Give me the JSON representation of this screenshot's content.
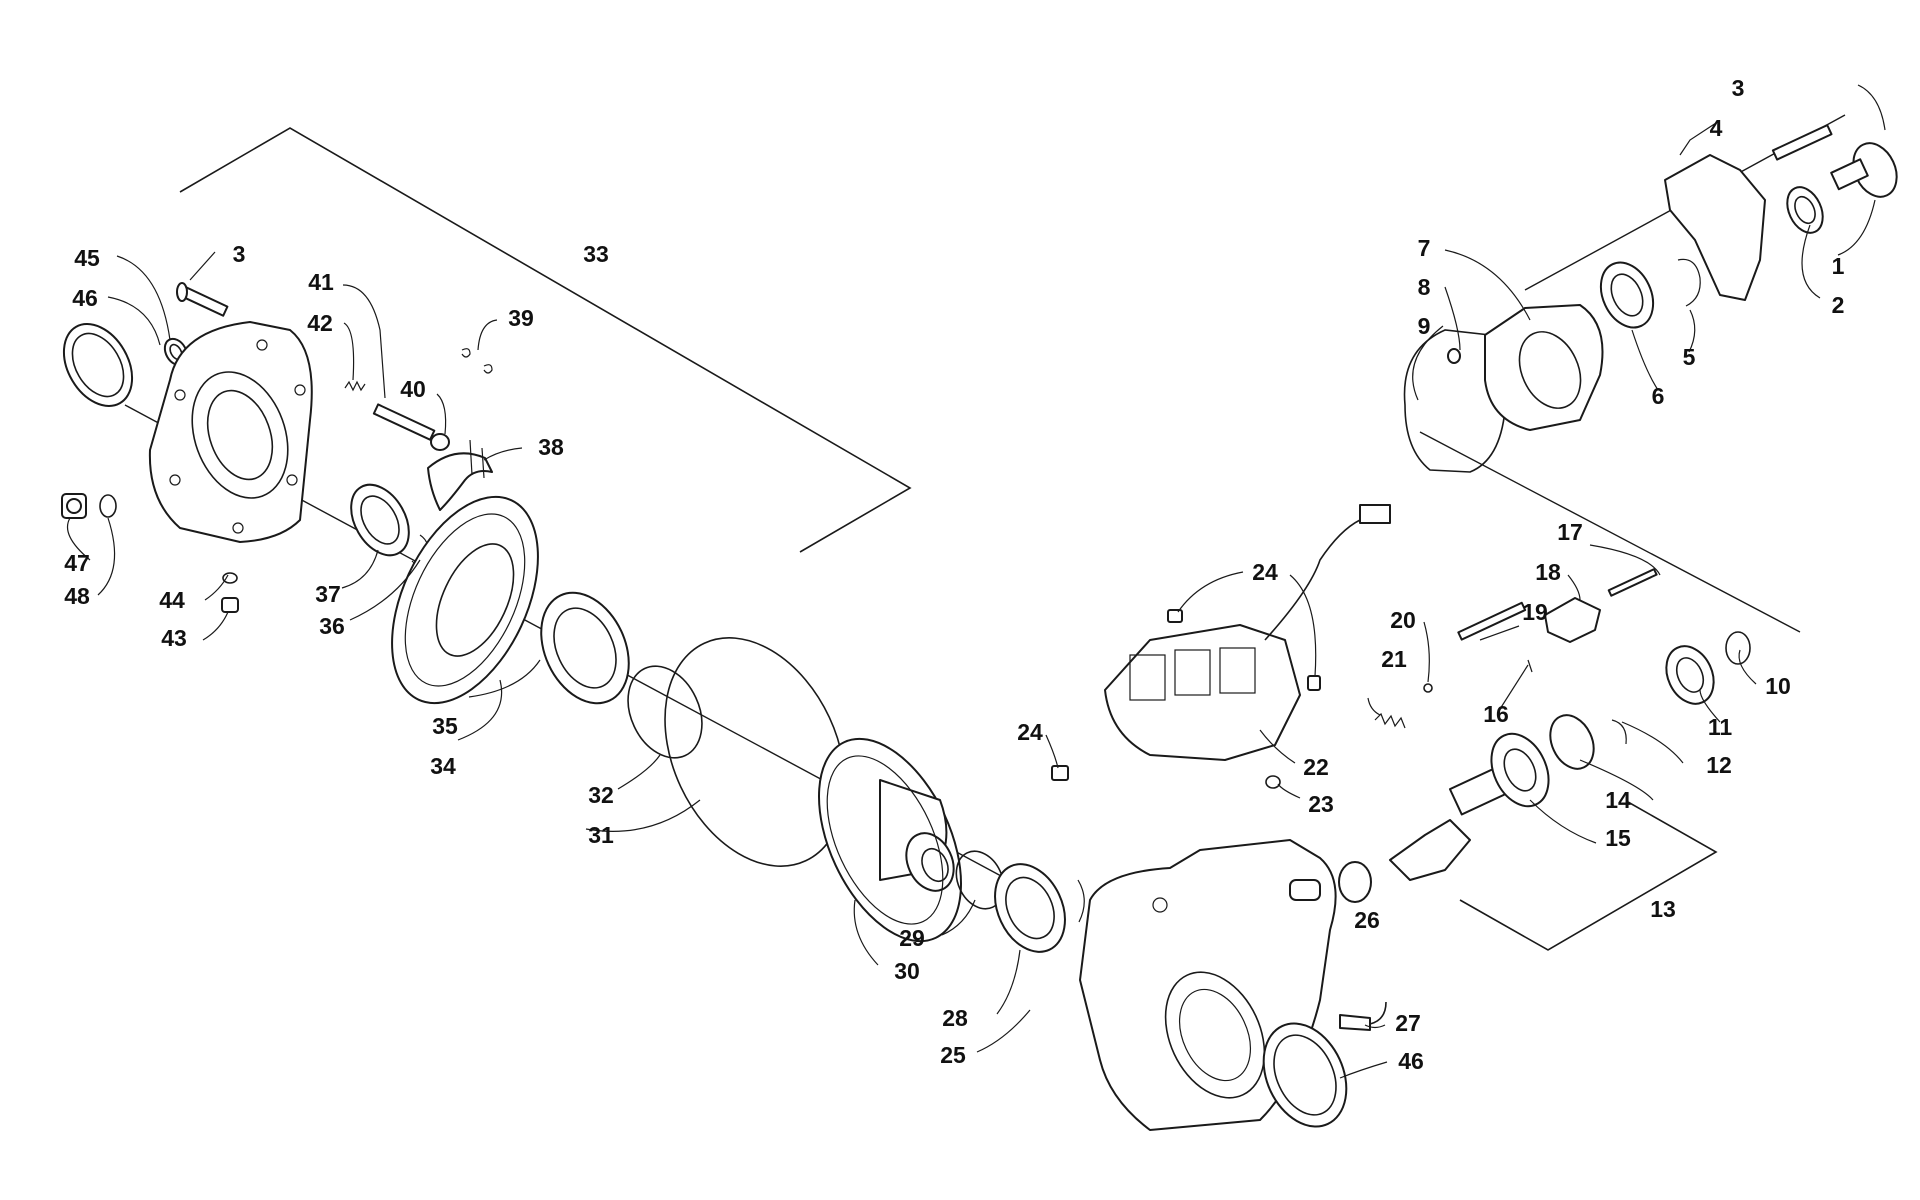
{
  "callouts": {
    "c1": "1",
    "c2": "2",
    "c3a": "3",
    "c3b": "3",
    "c4": "4",
    "c5": "5",
    "c6": "6",
    "c7": "7",
    "c8": "8",
    "c9": "9",
    "c10": "10",
    "c11": "11",
    "c12": "12",
    "c13": "13",
    "c14": "14",
    "c15": "15",
    "c16": "16",
    "c17": "17",
    "c18": "18",
    "c19": "19",
    "c20": "20",
    "c21": "21",
    "c22": "22",
    "c23": "23",
    "c24a": "24",
    "c24b": "24",
    "c25": "25",
    "c26": "26",
    "c27": "27",
    "c28": "28",
    "c29": "29",
    "c30": "30",
    "c31": "31",
    "c32": "32",
    "c33": "33",
    "c34": "34",
    "c35": "35",
    "c36": "36",
    "c37": "37",
    "c38": "38",
    "c39": "39",
    "c40": "40",
    "c41": "41",
    "c42": "42",
    "c43": "43",
    "c44": "44",
    "c45": "45",
    "c46a": "46",
    "c46b": "46",
    "c47": "47",
    "c48": "48"
  }
}
